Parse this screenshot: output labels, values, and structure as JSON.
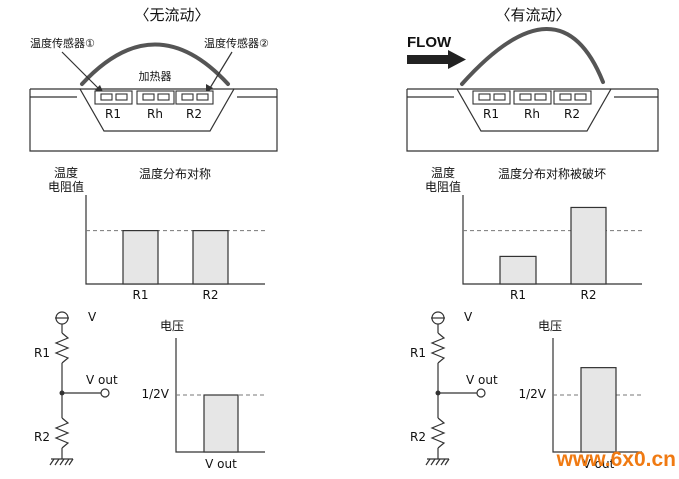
{
  "left": {
    "title": "〈无流动〉",
    "sensor1_label": "温度传感器①",
    "sensor2_label": "温度传感器②",
    "heater_label": "加热器",
    "resistors": [
      "R1",
      "Rh",
      "R2"
    ],
    "chart_title": "温度分布对称",
    "chart_ylabel_line1": "温度",
    "chart_ylabel_line2": "电阻值",
    "circuit": {
      "v_label": "V",
      "r1_label": "R1",
      "r2_label": "R2",
      "vout_label": "V out",
      "axis_ylabel": "电压",
      "half_v_label": "1/2V",
      "axis_xlabel": "V out"
    }
  },
  "right": {
    "title": "〈有流动〉",
    "flow_label": "FLOW",
    "resistors": [
      "R1",
      "Rh",
      "R2"
    ],
    "chart_title": "温度分布对称被破坏",
    "chart_ylabel_line1": "温度",
    "chart_ylabel_line2": "电阻值",
    "circuit": {
      "v_label": "V",
      "r1_label": "R1",
      "r2_label": "R2",
      "vout_label": "V out",
      "axis_ylabel": "电压",
      "half_v_label": "1/2V",
      "axis_xlabel": "V out"
    }
  },
  "watermark": {
    "text": "www.6x0.cn",
    "color": "#f07a12"
  },
  "chart_data": [
    {
      "type": "bar",
      "title": "温度分布对称",
      "categories": [
        "R1",
        "R2"
      ],
      "values": [
        0.6,
        0.6
      ],
      "reference": 0.6,
      "ylim": [
        0,
        1
      ]
    },
    {
      "type": "bar",
      "title": "温度分布对称被破坏",
      "categories": [
        "R1",
        "R2"
      ],
      "values": [
        0.31,
        0.86
      ],
      "reference": 0.6,
      "ylim": [
        0,
        1
      ]
    },
    {
      "type": "bar",
      "categories": [
        "V out"
      ],
      "values": [
        0.5
      ],
      "reference": 0.5,
      "ylim": [
        0,
        1
      ]
    },
    {
      "type": "bar",
      "categories": [
        "V out"
      ],
      "values": [
        0.74
      ],
      "reference": 0.5,
      "ylim": [
        0,
        1
      ]
    }
  ]
}
